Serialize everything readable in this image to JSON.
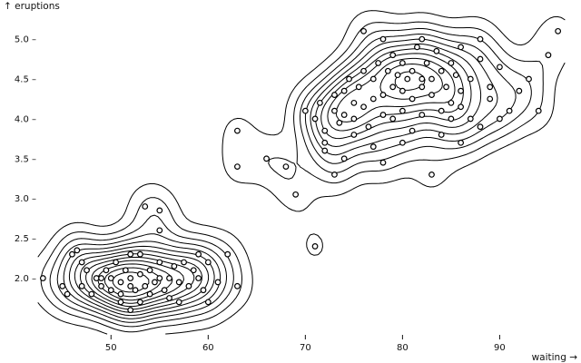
{
  "chart_data": {
    "type": "scatter",
    "subtype": "scatter with density contours",
    "xlabel": "waiting →",
    "ylabel": "↑ eruptions",
    "xlim": [
      42.5,
      96.5
    ],
    "ylim": [
      1.3,
      5.4
    ],
    "x_ticks": [
      50,
      60,
      70,
      80,
      90
    ],
    "y_ticks": [
      2.0,
      2.5,
      3.0,
      3.5,
      4.0,
      4.5,
      5.0
    ],
    "x_tick_labels": [
      "50",
      "60",
      "70",
      "80",
      "90"
    ],
    "y_tick_labels": [
      "2.0 –",
      "2.5 –",
      "3.0 –",
      "3.5 –",
      "4.0 –",
      "4.5 –",
      "5.0 –"
    ],
    "grid": false,
    "legend": "none",
    "colors": {
      "points": "#000000",
      "contours": "#000000"
    },
    "contour_levels": 13,
    "points": [
      [
        43.0,
        2.0
      ],
      [
        45.0,
        1.9
      ],
      [
        46.0,
        2.3
      ],
      [
        47.0,
        1.9
      ],
      [
        47.0,
        2.2
      ],
      [
        48.0,
        1.8
      ],
      [
        48.5,
        2.0
      ],
      [
        49.0,
        1.9
      ],
      [
        49.5,
        2.1
      ],
      [
        50.0,
        1.85
      ],
      [
        50.0,
        2.0
      ],
      [
        50.5,
        2.2
      ],
      [
        51.0,
        1.8
      ],
      [
        51.0,
        1.95
      ],
      [
        51.5,
        2.1
      ],
      [
        52.0,
        1.9
      ],
      [
        52.0,
        2.0
      ],
      [
        52.5,
        1.85
      ],
      [
        53.0,
        2.05
      ],
      [
        53.0,
        2.3
      ],
      [
        53.5,
        1.9
      ],
      [
        54.0,
        1.8
      ],
      [
        54.0,
        2.1
      ],
      [
        54.5,
        1.95
      ],
      [
        55.0,
        2.0
      ],
      [
        55.0,
        2.2
      ],
      [
        55.5,
        1.85
      ],
      [
        56.0,
        2.0
      ],
      [
        56.5,
        2.15
      ],
      [
        57.0,
        1.95
      ],
      [
        57.5,
        2.2
      ],
      [
        58.0,
        1.9
      ],
      [
        58.5,
        2.1
      ],
      [
        59.0,
        2.0
      ],
      [
        59.0,
        2.3
      ],
      [
        59.5,
        1.85
      ],
      [
        60.0,
        2.2
      ],
      [
        61.0,
        1.95
      ],
      [
        62.0,
        2.3
      ],
      [
        63.0,
        1.9
      ],
      [
        55.0,
        2.6
      ],
      [
        53.5,
        2.9
      ],
      [
        55.0,
        2.85
      ],
      [
        52.0,
        1.6
      ],
      [
        53.0,
        1.7
      ],
      [
        56.0,
        1.75
      ],
      [
        57.0,
        1.7
      ],
      [
        45.5,
        1.8
      ],
      [
        46.5,
        2.35
      ],
      [
        47.5,
        2.1
      ],
      [
        49.0,
        2.0
      ],
      [
        52.0,
        2.3
      ],
      [
        51.0,
        1.7
      ],
      [
        60.0,
        1.7
      ],
      [
        63.0,
        3.85
      ],
      [
        63.0,
        3.4
      ],
      [
        66.0,
        3.5
      ],
      [
        68.0,
        3.4
      ],
      [
        69.0,
        3.05
      ],
      [
        71.0,
        2.4
      ],
      [
        70.0,
        4.1
      ],
      [
        71.0,
        4.0
      ],
      [
        71.5,
        4.2
      ],
      [
        72.0,
        3.85
      ],
      [
        72.0,
        3.7
      ],
      [
        73.0,
        4.1
      ],
      [
        73.0,
        4.3
      ],
      [
        73.5,
        3.95
      ],
      [
        74.0,
        4.35
      ],
      [
        74.0,
        4.05
      ],
      [
        74.5,
        4.5
      ],
      [
        75.0,
        4.2
      ],
      [
        75.0,
        4.0
      ],
      [
        75.5,
        4.4
      ],
      [
        76.0,
        4.6
      ],
      [
        76.0,
        4.15
      ],
      [
        76.5,
        3.9
      ],
      [
        77.0,
        4.5
      ],
      [
        77.0,
        4.25
      ],
      [
        77.5,
        4.7
      ],
      [
        78.0,
        4.3
      ],
      [
        78.0,
        4.05
      ],
      [
        78.5,
        4.6
      ],
      [
        79.0,
        4.8
      ],
      [
        79.0,
        4.4
      ],
      [
        79.0,
        4.0
      ],
      [
        79.5,
        4.55
      ],
      [
        80.0,
        4.7
      ],
      [
        80.0,
        4.35
      ],
      [
        80.0,
        4.1
      ],
      [
        80.5,
        4.5
      ],
      [
        81.0,
        4.6
      ],
      [
        81.0,
        4.25
      ],
      [
        81.5,
        4.9
      ],
      [
        82.0,
        4.4
      ],
      [
        82.0,
        4.5
      ],
      [
        82.0,
        4.05
      ],
      [
        82.5,
        4.7
      ],
      [
        83.0,
        4.5
      ],
      [
        83.0,
        4.3
      ],
      [
        83.5,
        4.85
      ],
      [
        84.0,
        4.6
      ],
      [
        84.0,
        4.1
      ],
      [
        84.5,
        4.4
      ],
      [
        85.0,
        4.7
      ],
      [
        85.0,
        4.2
      ],
      [
        85.5,
        4.55
      ],
      [
        86.0,
        4.9
      ],
      [
        86.0,
        4.35
      ],
      [
        87.0,
        4.5
      ],
      [
        87.0,
        4.0
      ],
      [
        88.0,
        4.75
      ],
      [
        88.0,
        5.0
      ],
      [
        89.0,
        4.4
      ],
      [
        90.0,
        4.65
      ],
      [
        91.0,
        4.1
      ],
      [
        92.0,
        4.35
      ],
      [
        93.0,
        4.5
      ],
      [
        94.0,
        4.1
      ],
      [
        95.0,
        4.8
      ],
      [
        96.0,
        5.1
      ],
      [
        76.0,
        5.1
      ],
      [
        78.0,
        5.0
      ],
      [
        82.0,
        5.0
      ],
      [
        80.0,
        3.7
      ],
      [
        84.0,
        3.8
      ],
      [
        86.0,
        3.7
      ],
      [
        88.0,
        3.9
      ],
      [
        90.0,
        4.0
      ],
      [
        74.0,
        3.5
      ],
      [
        78.0,
        3.45
      ],
      [
        83.0,
        3.3
      ],
      [
        72.0,
        3.6
      ],
      [
        73.0,
        3.3
      ],
      [
        75.0,
        3.8
      ],
      [
        77.0,
        3.65
      ],
      [
        81.0,
        3.85
      ],
      [
        85.0,
        4.0
      ],
      [
        86.0,
        4.15
      ],
      [
        89.0,
        4.25
      ]
    ]
  }
}
